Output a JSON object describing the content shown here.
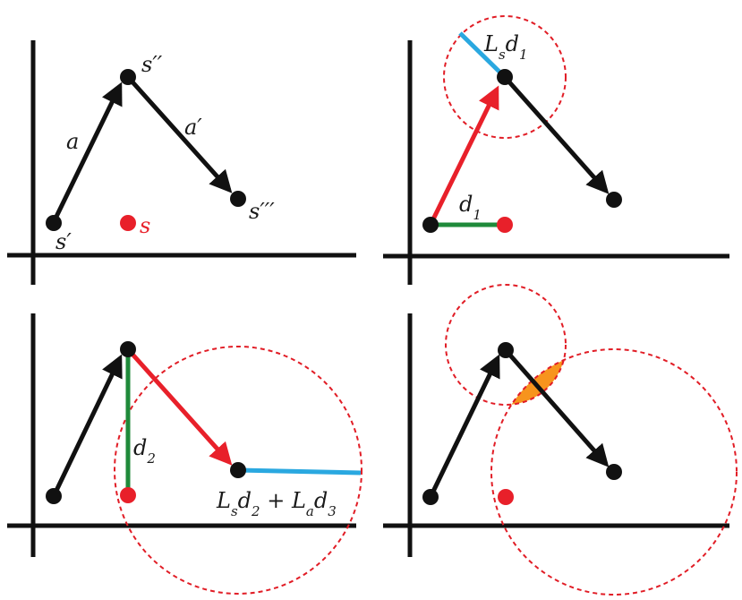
{
  "colors": {
    "axis": "#111111",
    "black": "#111111",
    "red": "#e8202a",
    "green": "#1f8a3a",
    "cyan": "#2aa8e0",
    "orange": "#f7941d",
    "dashed": "#e11d26"
  },
  "panel1": {
    "s_prime": "s′",
    "s_double": "s′′",
    "s_triple": "s′′′",
    "s": "s",
    "a": "a",
    "a_prime": "a′"
  },
  "panel2": {
    "d1_main": "d",
    "d1_sub": "1",
    "ls_L": "L",
    "ls_s": "s",
    "ls_d": "d",
    "ls_1": "1"
  },
  "panel3": {
    "d2_main": "d",
    "d2_sub": "2",
    "eq_L1": "L",
    "eq_s": "s",
    "eq_d1": "d",
    "eq_2": "2",
    "eq_plus": " + ",
    "eq_L2": "L",
    "eq_a": "a",
    "eq_d2": "d",
    "eq_3": "3"
  }
}
